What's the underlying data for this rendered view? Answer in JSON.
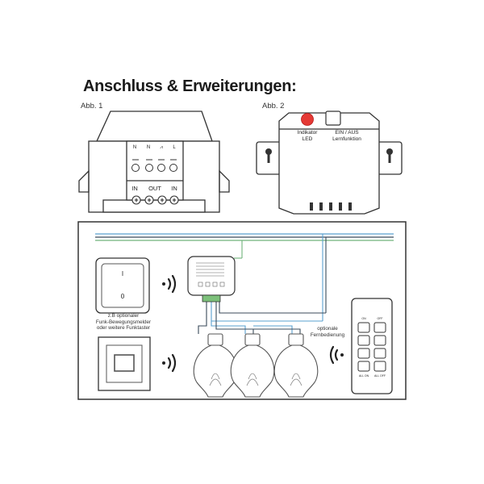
{
  "title": "Anschluss & Erweiterungen:",
  "figures": {
    "abb1_label": "Abb. 1",
    "abb2_label": "Abb. 2"
  },
  "actuator": {
    "terminal_top": [
      "N",
      "N",
      "⩘",
      "L"
    ],
    "terminal_bottom": [
      "IN",
      "OUT",
      "IN"
    ],
    "plus_signs": [
      "+",
      "+",
      "+",
      "+"
    ]
  },
  "module": {
    "led_label_1": "Indikator",
    "led_label_2": "LED",
    "button_label_1": "EIN / AUS",
    "button_label_2": "Lernfunktion",
    "colors": {
      "led": "#e53935"
    }
  },
  "wiring": {
    "switch_on": "I",
    "switch_off": "0",
    "sensor_caption_1": "z.B optionaler",
    "sensor_caption_2": "Funk-Bewegungsmelder",
    "sensor_caption_3": "oder weitere Funktaster",
    "remote_caption_1": "optionale",
    "remote_caption_2": "Fernbedienung",
    "remote_on": "ON",
    "remote_off": "OFF",
    "remote_all_on": "ALL ON",
    "remote_all_off": "ALL OFF",
    "wire_colors": {
      "blue": "#5aa0cf",
      "green": "#6fb27a",
      "dark": "#3a4a5a"
    }
  }
}
